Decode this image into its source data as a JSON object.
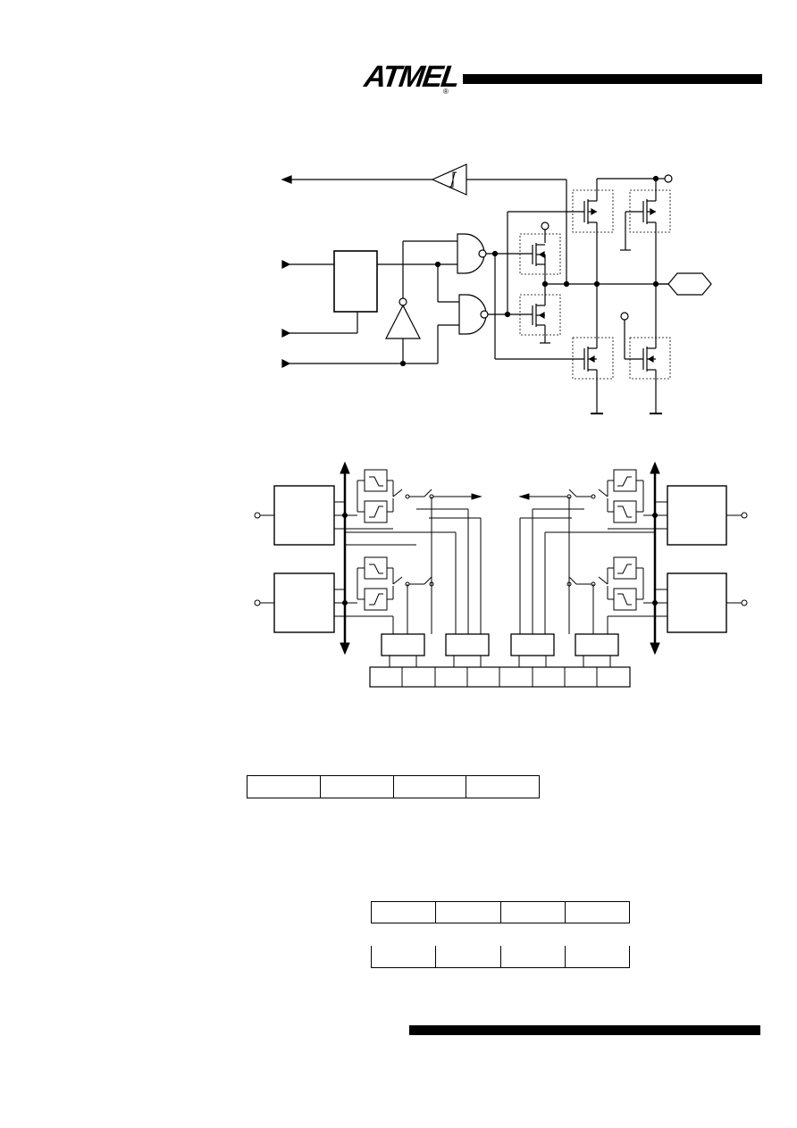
{
  "header": {
    "logo_text": "ATMEL",
    "logo_mark": "®",
    "logo_icon": "atmel-logo-icon"
  },
  "figures": {
    "io_pin_circuit": {
      "icon": "io-pin-schematic"
    },
    "port_block_diagram": {
      "icon": "port-control-block-diagram"
    }
  },
  "tables": {
    "register_a": {
      "cells": [
        "",
        "",
        "",
        ""
      ]
    },
    "register_b_top": {
      "cells": [
        "",
        "",
        "",
        ""
      ]
    },
    "register_b_bottom": {
      "cells": [
        "",
        "",
        "",
        ""
      ]
    }
  }
}
